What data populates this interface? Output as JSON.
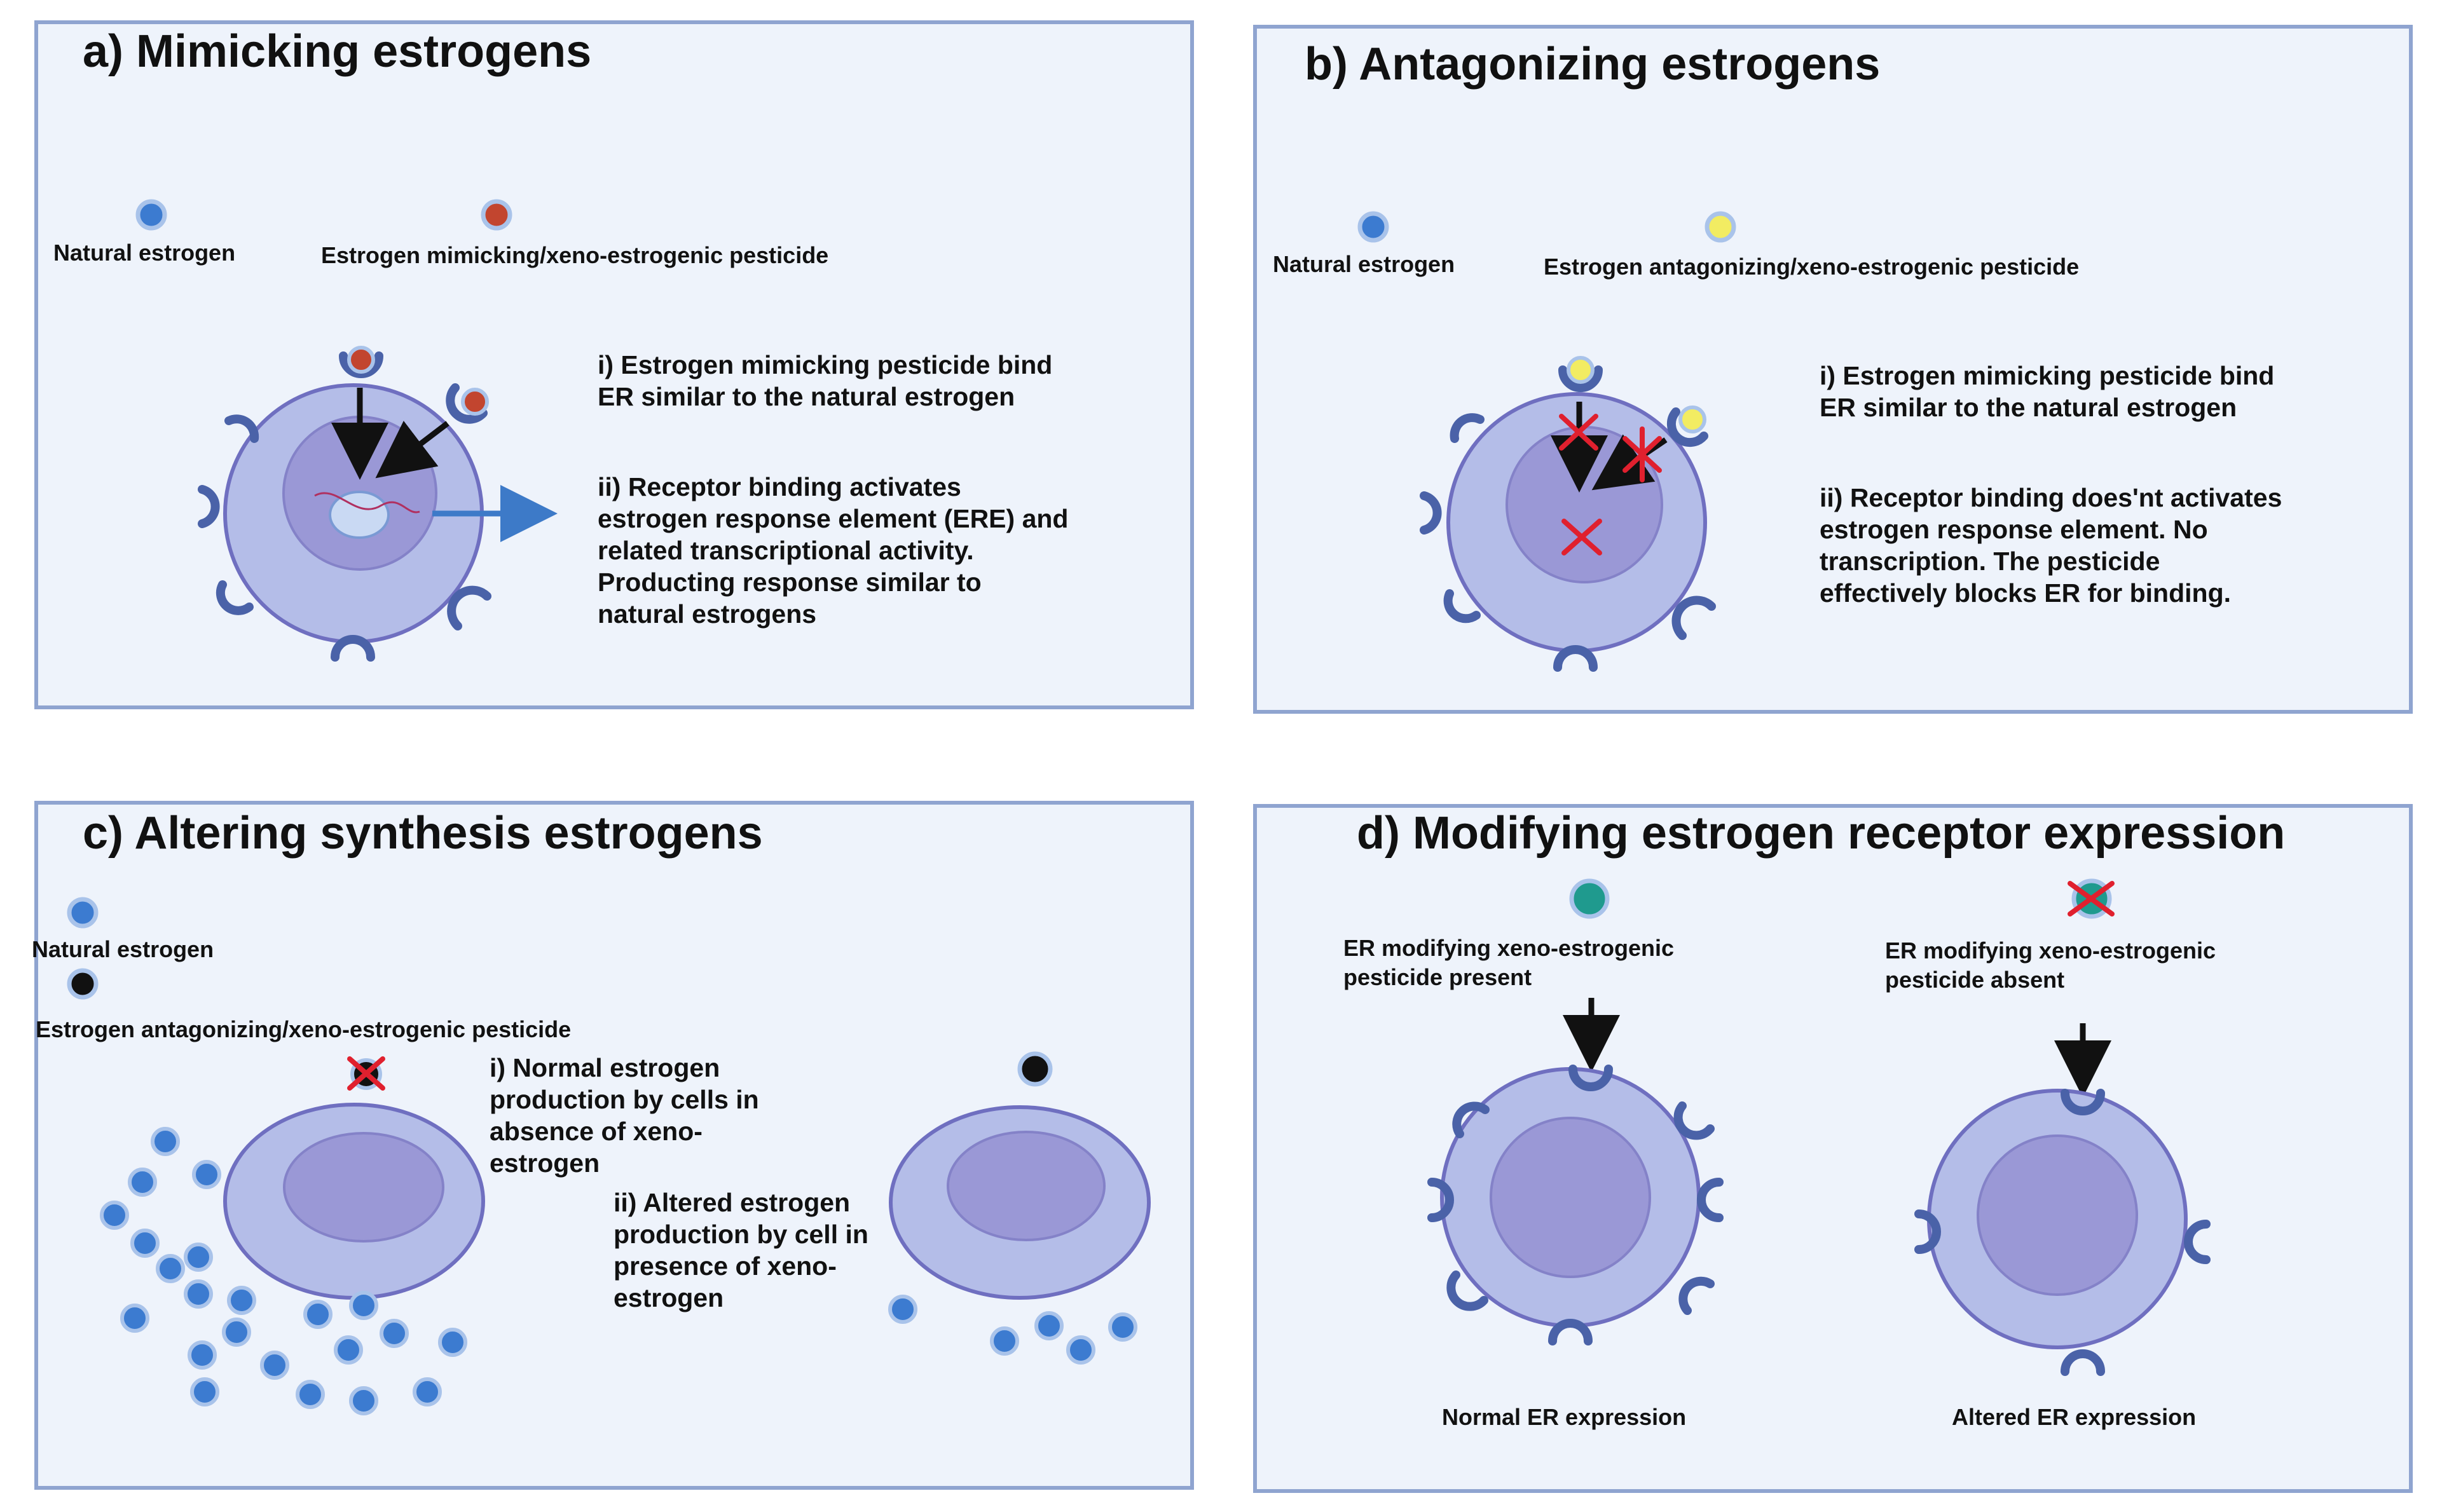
{
  "colors": {
    "panel_bg": "#eef3fb",
    "panel_border": "#8fa4d0",
    "cell_outer": "#b4bde8",
    "cell_inner": "#9a98d6",
    "receptor": "#4a62a8",
    "estrogen": "#3c7bd0",
    "mimic_pesticide": "#c2452f",
    "antagonist_pesticide": "#f2ec62",
    "black_pesticide": "#111111",
    "teal_pesticide": "#1f9a8e",
    "cross": "#e0202e",
    "blue_arrow": "#3d7ac8"
  },
  "panel_a": {
    "title": "a) Mimicking estrogens",
    "legend_natural": "Natural estrogen",
    "legend_pesticide": "Estrogen mimicking/xeno-estrogenic pesticide",
    "step1": [
      "i) Estrogen mimicking pesticide bind",
      "ER similar to the natural estrogen"
    ],
    "step2": [
      "ii) Receptor binding activates",
      "estrogen response element (ERE) and",
      "related transcriptional activity.",
      "Producting response similar to",
      "natural estrogens"
    ]
  },
  "panel_b": {
    "title": "b) Antagonizing estrogens",
    "legend_natural": "Natural estrogen",
    "legend_pesticide": "Estrogen antagonizing/xeno-estrogenic pesticide",
    "step1": [
      "i) Estrogen mimicking pesticide bind",
      "ER similar to the natural estrogen"
    ],
    "step2": [
      "ii) Receptor binding does'nt activates",
      "estrogen response element. No",
      "transcription. The pesticide",
      "effectively blocks ER for binding."
    ]
  },
  "panel_c": {
    "title": "c) Altering synthesis estrogens",
    "legend_natural": "Natural estrogen",
    "legend_pesticide": "Estrogen antagonizing/xeno-estrogenic pesticide",
    "step1": [
      "i) Normal estrogen",
      "production by cells in",
      "absence of xeno-",
      "estrogen"
    ],
    "step2": [
      "ii) Altered estrogen",
      "production by cell in",
      "presence of xeno-",
      "estrogen"
    ]
  },
  "panel_d": {
    "title": "d) Modifying estrogen receptor expression",
    "present_label": [
      "ER modifying xeno-estrogenic",
      "pesticide present"
    ],
    "absent_label": [
      "ER modifying xeno-estrogenic",
      "pesticide absent"
    ],
    "normal_caption": "Normal ER expression",
    "altered_caption": "Altered ER expression"
  }
}
